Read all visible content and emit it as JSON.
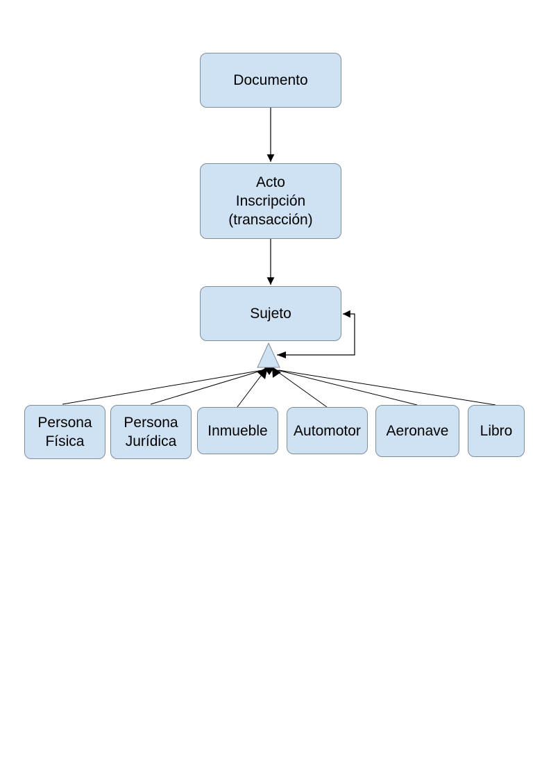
{
  "diagram": {
    "nodes": {
      "documento": "Documento",
      "acto": "Acto\nInscripción\n(transacción)",
      "sujeto": "Sujeto",
      "fisica": "Persona\nFísica",
      "juridica": "Persona\nJurídica",
      "inmueble": "Inmueble",
      "automotor": "Automotor",
      "aeronave": "Aeronave",
      "libro": "Libro"
    },
    "edges": [
      {
        "from": "documento",
        "to": "acto",
        "kind": "association"
      },
      {
        "from": "acto",
        "to": "sujeto",
        "kind": "association"
      },
      {
        "from": "sujeto",
        "to": "sujeto",
        "kind": "self-association"
      },
      {
        "from": "fisica",
        "to": "sujeto",
        "kind": "generalization"
      },
      {
        "from": "juridica",
        "to": "sujeto",
        "kind": "generalization"
      },
      {
        "from": "inmueble",
        "to": "sujeto",
        "kind": "generalization"
      },
      {
        "from": "automotor",
        "to": "sujeto",
        "kind": "generalization"
      },
      {
        "from": "aeronave",
        "to": "sujeto",
        "kind": "generalization"
      },
      {
        "from": "libro",
        "to": "sujeto",
        "kind": "generalization"
      }
    ],
    "colors": {
      "node_fill": "#cfe2f3",
      "node_border": "#7f8c99",
      "line": "#000000"
    }
  }
}
